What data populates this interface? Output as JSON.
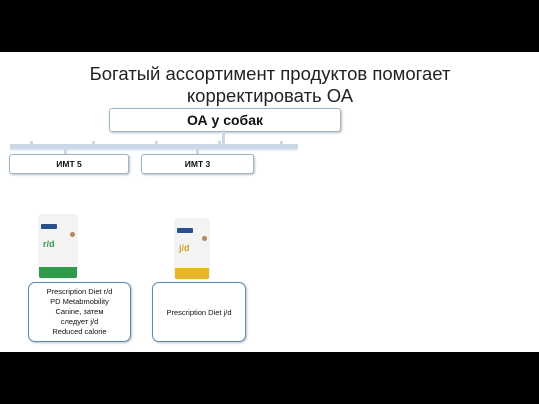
{
  "slide": {
    "title": "Богатый ассортимент продуктов помогает корректировать ОА",
    "root_label": "ОА у собак",
    "branches": [
      {
        "label": "ИМТ 5",
        "product": {
          "code": "r/d",
          "band_color": "#2f9a4a"
        },
        "caption_lines": [
          "Prescription Diet r/d",
          "PD Metabmobility",
          "Canine, затем",
          "следует j/d",
          "Reduced calorie"
        ]
      },
      {
        "label": "ИМТ 3",
        "product": {
          "code": "j/d",
          "band_color": "#e8b52a"
        },
        "caption_lines": [
          "Prescription Diet j/d"
        ]
      }
    ]
  },
  "colors": {
    "brand_blue": "#2a4f8a",
    "connector": "#c9d9e8",
    "box_border": "#9ab7cc"
  }
}
